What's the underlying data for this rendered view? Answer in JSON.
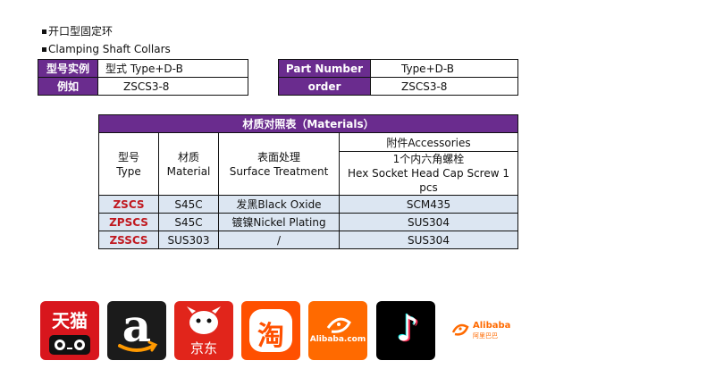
{
  "headings": {
    "cn": "开口型固定环",
    "en": "Clamping Shaft Collars"
  },
  "example_cn": {
    "row1_label": "型号实例",
    "row1_value": "型式  Type+D-B",
    "row2_label": "例如",
    "row2_value": "ZSCS3-8"
  },
  "example_en": {
    "row1_label": "Part Number",
    "row1_value": "Type+D-B",
    "row2_label": "order",
    "row2_value": "ZSCS3-8"
  },
  "materials": {
    "title": "材质对照表（Materials）",
    "col_type_cn": "型号",
    "col_type_en": "Type",
    "col_material_cn": "材质",
    "col_material_en": "Material",
    "col_surface_cn": "表面处理",
    "col_surface_en": "Surface Treatment",
    "col_acc": "附件Accessories",
    "col_acc_sub_cn": "1个内六角螺栓",
    "col_acc_sub_en": "Hex Socket Head Cap Screw 1 pcs",
    "rows": [
      {
        "type": "ZSCS",
        "material": "S45C",
        "surface": "发黑Black Oxide",
        "accessory": "SCM435"
      },
      {
        "type": "ZPSCS",
        "material": "S45C",
        "surface": "镀镍Nickel Plating",
        "accessory": "SUS304"
      },
      {
        "type": "ZSSCS",
        "material": "SUS303",
        "surface": "/",
        "accessory": "SUS304"
      }
    ]
  },
  "stores": {
    "tmall": "天猫",
    "amazon": "a",
    "jd": "京东",
    "taobao": "淘",
    "alibaba_com": "Alibaba.com",
    "tiktok": "♪",
    "alibaba_en": "Alibaba",
    "alibaba_cn": "阿里巴巴"
  },
  "colors": {
    "header_purple": "#6a2c8e",
    "type_red": "#c0181f",
    "row_blue": "#dce6f2",
    "tmall_red": "#d8161d",
    "jd_red": "#e1251b",
    "taobao_orange": "#ff5000",
    "alibaba_orange": "#ff6a00"
  }
}
